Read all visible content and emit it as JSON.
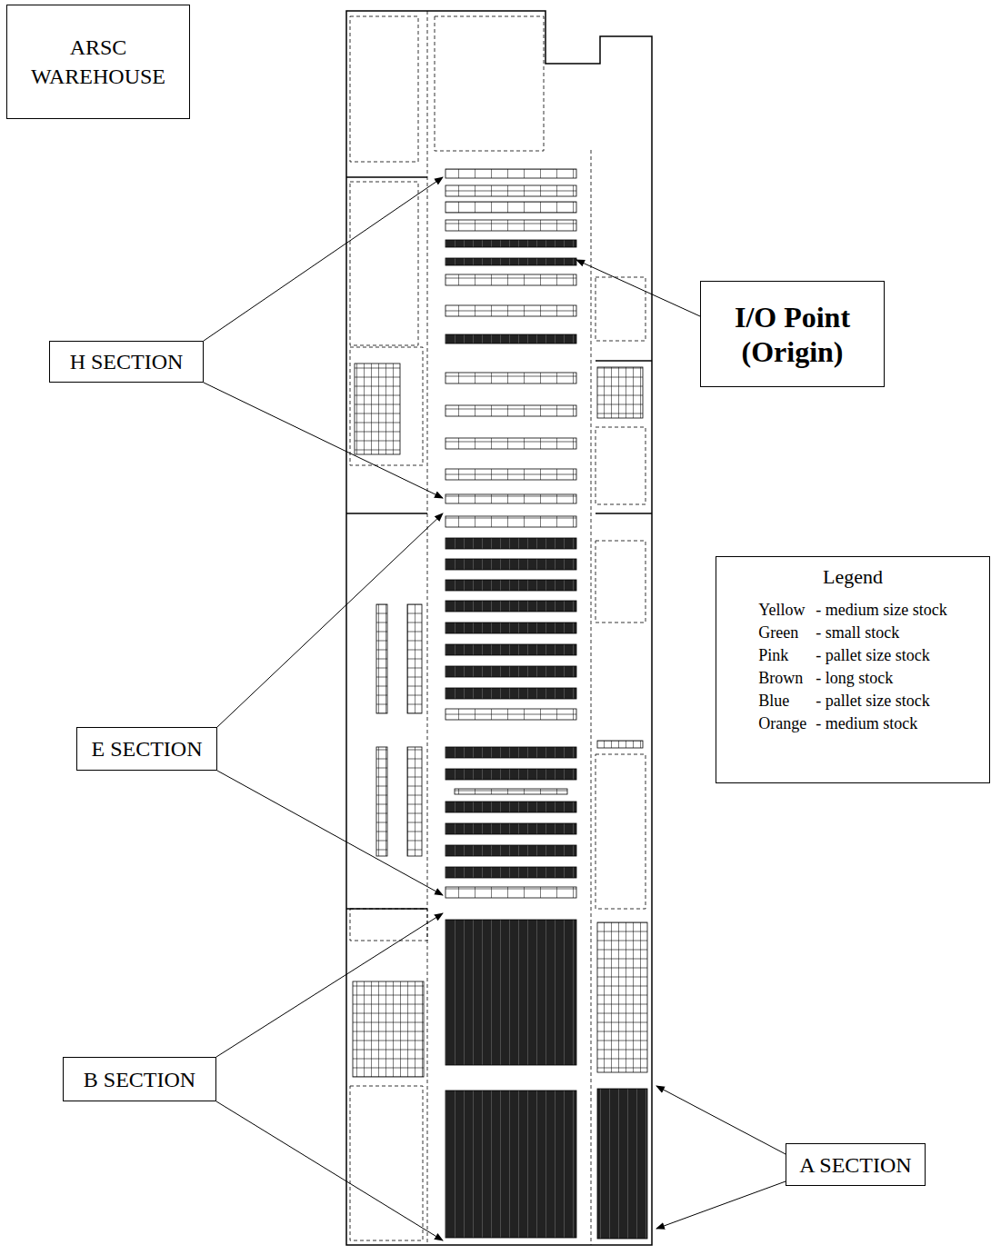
{
  "diagram": {
    "nodes": [
      {
        "text": [
          "ARSC WAREHOUSE"
        ]
      },
      {
        "text": [
          "I/O Point (Origin)"
        ]
      },
      {
        "text": [
          "H SECTION"
        ]
      },
      {
        "text": [
          "Legend",
          "Yellow",
          "- medium size stock",
          "Green",
          "- small stock",
          "Pink",
          "- pallet size stock",
          "Brown",
          "- long stock",
          "Blue",
          "- pallet size stock",
          "Orange",
          "- medium stock"
        ]
      },
      {
        "text": [
          "E SECTION"
        ]
      },
      {
        "text": [
          "B SECTION"
        ]
      },
      {
        "text": [
          "A SECTION"
        ]
      }
    ]
  }
}
